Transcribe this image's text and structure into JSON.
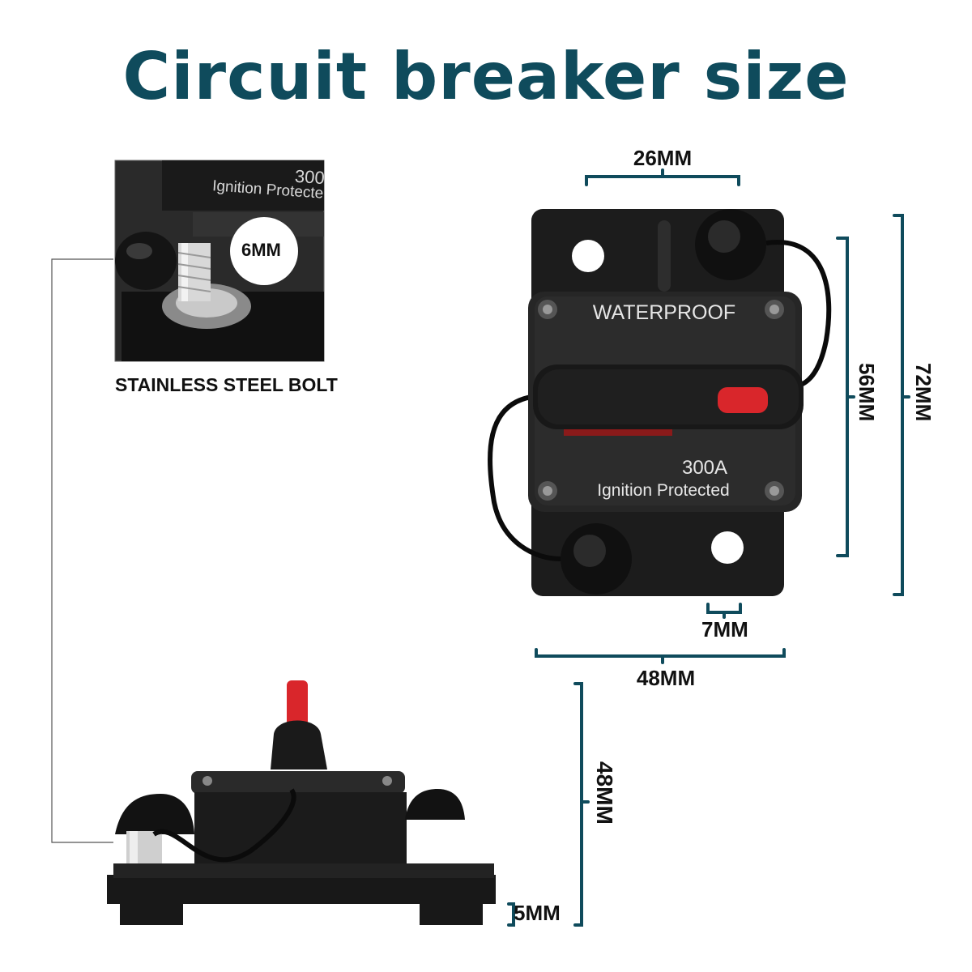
{
  "title": "Circuit breaker size",
  "colors": {
    "accent": "#0f4b5c",
    "body": "#1b1b1b",
    "button": "#d9262b"
  },
  "inset": {
    "bolt_size": "6MM",
    "caption": "STAINLESS STEEL BOLT",
    "label_rating": "300",
    "label_text": "Ignition Protecte"
  },
  "front_view": {
    "label_top": "WATERPROOF",
    "rating": "300A",
    "subtext": "Ignition Protected",
    "dim_top": "26MM",
    "dim_inner_height": "56MM",
    "dim_outer_height": "72MM",
    "dim_hole": "7MM",
    "dim_width": "48MM"
  },
  "side_view": {
    "dim_height": "48MM",
    "dim_base": "5MM"
  }
}
